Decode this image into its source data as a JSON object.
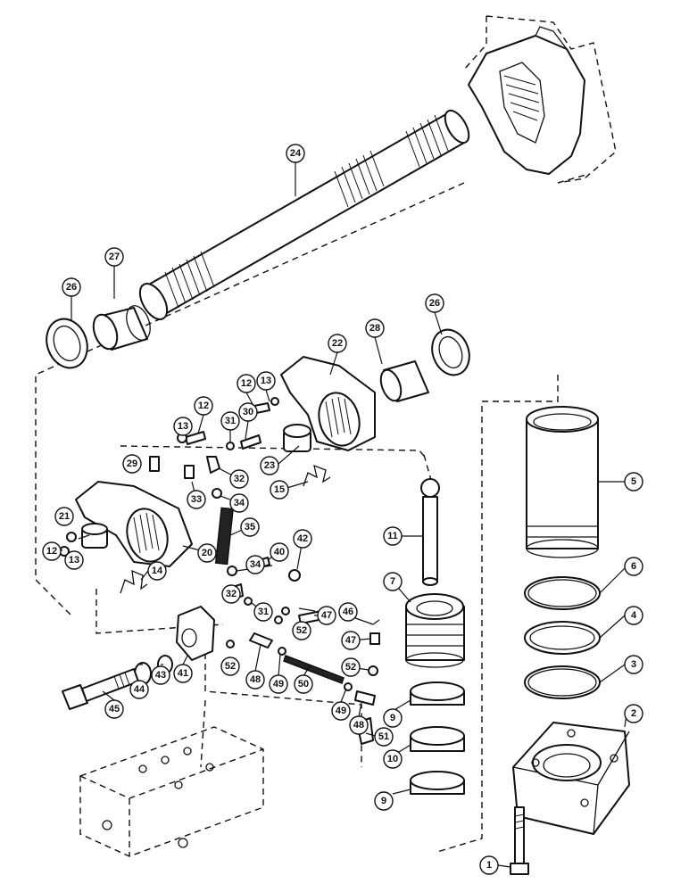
{
  "callouts": [
    {
      "id": "c-24",
      "label": "24"
    },
    {
      "id": "c-27",
      "label": "27"
    },
    {
      "id": "c-26a",
      "label": "26"
    },
    {
      "id": "c-26b",
      "label": "26"
    },
    {
      "id": "c-28",
      "label": "28"
    },
    {
      "id": "c-22",
      "label": "22"
    },
    {
      "id": "c-13a",
      "label": "13"
    },
    {
      "id": "c-12a",
      "label": "12"
    },
    {
      "id": "c-13b",
      "label": "13"
    },
    {
      "id": "c-12b",
      "label": "12"
    },
    {
      "id": "c-30",
      "label": "30"
    },
    {
      "id": "c-31a",
      "label": "31"
    },
    {
      "id": "c-29",
      "label": "29"
    },
    {
      "id": "c-33",
      "label": "33"
    },
    {
      "id": "c-32a",
      "label": "32"
    },
    {
      "id": "c-34a",
      "label": "34"
    },
    {
      "id": "c-23",
      "label": "23"
    },
    {
      "id": "c-15",
      "label": "15"
    },
    {
      "id": "c-21",
      "label": "21"
    },
    {
      "id": "c-20",
      "label": "20"
    },
    {
      "id": "c-12c",
      "label": "12"
    },
    {
      "id": "c-13c",
      "label": "13"
    },
    {
      "id": "c-14",
      "label": "14"
    },
    {
      "id": "c-35",
      "label": "35"
    },
    {
      "id": "c-34b",
      "label": "34"
    },
    {
      "id": "c-40",
      "label": "40"
    },
    {
      "id": "c-42",
      "label": "42"
    },
    {
      "id": "c-32b",
      "label": "32"
    },
    {
      "id": "c-31b",
      "label": "31"
    },
    {
      "id": "c-52a",
      "label": "52"
    },
    {
      "id": "c-47a",
      "label": "47"
    },
    {
      "id": "c-46",
      "label": "46"
    },
    {
      "id": "c-47b",
      "label": "47"
    },
    {
      "id": "c-52b",
      "label": "52"
    },
    {
      "id": "c-41",
      "label": "41"
    },
    {
      "id": "c-43",
      "label": "43"
    },
    {
      "id": "c-44",
      "label": "44"
    },
    {
      "id": "c-45",
      "label": "45"
    },
    {
      "id": "c-52c",
      "label": "52"
    },
    {
      "id": "c-48a",
      "label": "48"
    },
    {
      "id": "c-49a",
      "label": "49"
    },
    {
      "id": "c-50",
      "label": "50"
    },
    {
      "id": "c-49b",
      "label": "49"
    },
    {
      "id": "c-48b",
      "label": "48"
    },
    {
      "id": "c-51",
      "label": "51"
    },
    {
      "id": "c-11",
      "label": "11"
    },
    {
      "id": "c-7",
      "label": "7"
    },
    {
      "id": "c-9a",
      "label": "9"
    },
    {
      "id": "c-10",
      "label": "10"
    },
    {
      "id": "c-9b",
      "label": "9"
    },
    {
      "id": "c-5",
      "label": "5"
    },
    {
      "id": "c-6",
      "label": "6"
    },
    {
      "id": "c-4",
      "label": "4"
    },
    {
      "id": "c-3",
      "label": "3"
    },
    {
      "id": "c-2",
      "label": "2"
    },
    {
      "id": "c-1",
      "label": "1"
    }
  ]
}
